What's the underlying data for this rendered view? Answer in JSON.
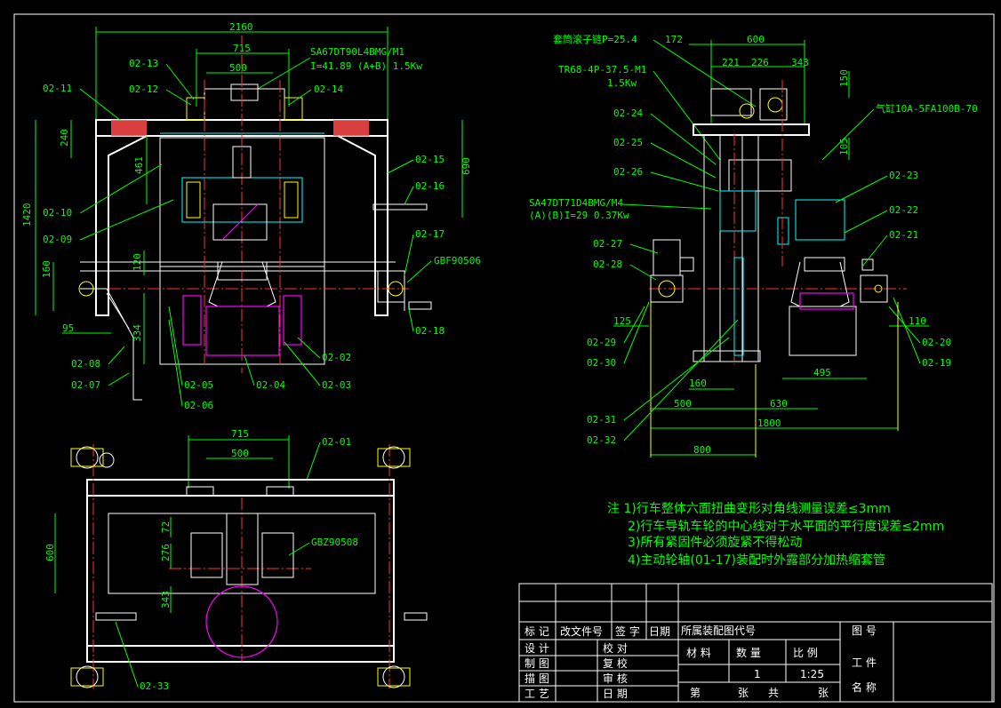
{
  "front_view": {
    "dims": {
      "overall_width": "2160",
      "motor_span": "715",
      "inner_span": "500",
      "height": "1420",
      "top_offset": "240",
      "mid": "461",
      "right_height": "690",
      "left_base": "160",
      "center_gap": "120",
      "lower": "334",
      "left_overhang": "95"
    },
    "motor_spec_1": "SA67DT90L4BMG/M1",
    "motor_spec_2": "I=41.89  (A+B) 1.5Kw",
    "std_part": "GBF90506",
    "labels": {
      "l0213": "02-13",
      "l0212": "02-12",
      "l0211": "02-11",
      "l0214": "02-14",
      "l0215": "02-15",
      "l0216": "02-16",
      "l0217": "02-17",
      "l0218": "02-18",
      "l0210": "02-10",
      "l0209": "02-09",
      "l0208": "02-08",
      "l0207": "02-07",
      "l0205": "02-05",
      "l0206": "02-06",
      "l0204": "02-04",
      "l0203": "02-03",
      "l0202": "02-02"
    }
  },
  "side_view": {
    "chain_spec": "套筒滚子链P=25.4",
    "reducer_1": "TR68-4P-37.5-M1",
    "reducer_2": "1.5Kw",
    "cylinder": "气缸10A-5FA100B-70",
    "motor_spec_1": "SA47DT71D4BMG/M4",
    "motor_spec_2": "(A)(B)I=29 0.37Kw",
    "dims": {
      "d172": "172",
      "d600": "600",
      "d221": "221",
      "d226": "226",
      "d343": "343",
      "d150": "150",
      "d105": "105",
      "d125": "125",
      "d110": "110",
      "d495": "495",
      "d160": "160",
      "d630": "630",
      "d500": "500",
      "d1800": "1800",
      "d800": "800"
    },
    "labels": {
      "l0224": "02-24",
      "l0225": "02-25",
      "l0226": "02-26",
      "l0223": "02-23",
      "l0222": "02-22",
      "l0221": "02-21",
      "l0227": "02-27",
      "l0228": "02-28",
      "l0229": "02-29",
      "l0230": "02-30",
      "l0220": "02-20",
      "l0219": "02-19",
      "l0231": "02-31",
      "l0232": "02-32"
    }
  },
  "plan_view": {
    "dims": {
      "d715": "715",
      "d500": "500",
      "d600": "600",
      "d72": "72",
      "d276": "276",
      "d343": "343"
    },
    "std_part": "GBZ90508",
    "labels": {
      "l0201": "02-01",
      "l0233": "02-33"
    }
  },
  "notes": [
    "注 1)行车整体六面扭曲变形对角线测量误差≤3mm",
    "2)行车导轨车轮的中心线对于水平面的平行度误差≤2mm",
    "3)所有紧固件必须旋紧不得松动",
    "4)主动轮轴(01-17)装配时外露部分加热缩套管"
  ],
  "title_block": {
    "mark": "标 记",
    "change_doc": "改文件号",
    "sign": "签 字",
    "date": "日期",
    "design": "设 计",
    "check": "校 对",
    "draft": "制 图",
    "review": "复 校",
    "trace": "描 图",
    "audit": "审 核",
    "process": "工 艺",
    "date2": "日 期",
    "assembly_code": "所属装配图代号",
    "drawing_no": "图 号",
    "material": "材 料",
    "quantity": "数 量",
    "scale": "比 例",
    "qty_value": "1",
    "scale_value": "1:25",
    "sheet": "第",
    "sheet_unit": "张",
    "total": "共",
    "total_unit": "张",
    "workpiece": "工 件",
    "name": "名 称"
  },
  "colors": {
    "background": "#000000",
    "outline": "#ffffff",
    "dimension": "#00ff00",
    "center_line": "#ff3333",
    "hidden": "#00ffff",
    "motor": "#ff00ff",
    "fastener": "#ffff00"
  }
}
